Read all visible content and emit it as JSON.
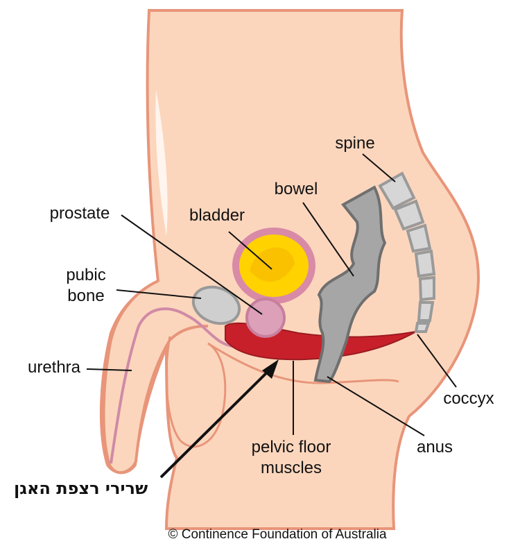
{
  "labels": {
    "spine": "spine",
    "bowel": "bowel",
    "prostate": "prostate",
    "bladder": "bladder",
    "pubic_bone_line1": "pubic",
    "pubic_bone_line2": "bone",
    "urethra": "urethra",
    "coccyx": "coccyx",
    "anus": "anus",
    "pelvic_floor_line1": "pelvic floor",
    "pelvic_floor_line2": "muscles"
  },
  "hebrew_label": "שרירי רצפת האגן",
  "copyright": "© Continence Foundation of Australia",
  "colors": {
    "skin": "#fbd6bd",
    "outline": "#e8957a",
    "bladder": "#ffd200",
    "bladder_wall": "#d98aa6",
    "bowel": "#a6a6a6",
    "muscle": "#c8202a",
    "bone": "#c8c8c8"
  }
}
